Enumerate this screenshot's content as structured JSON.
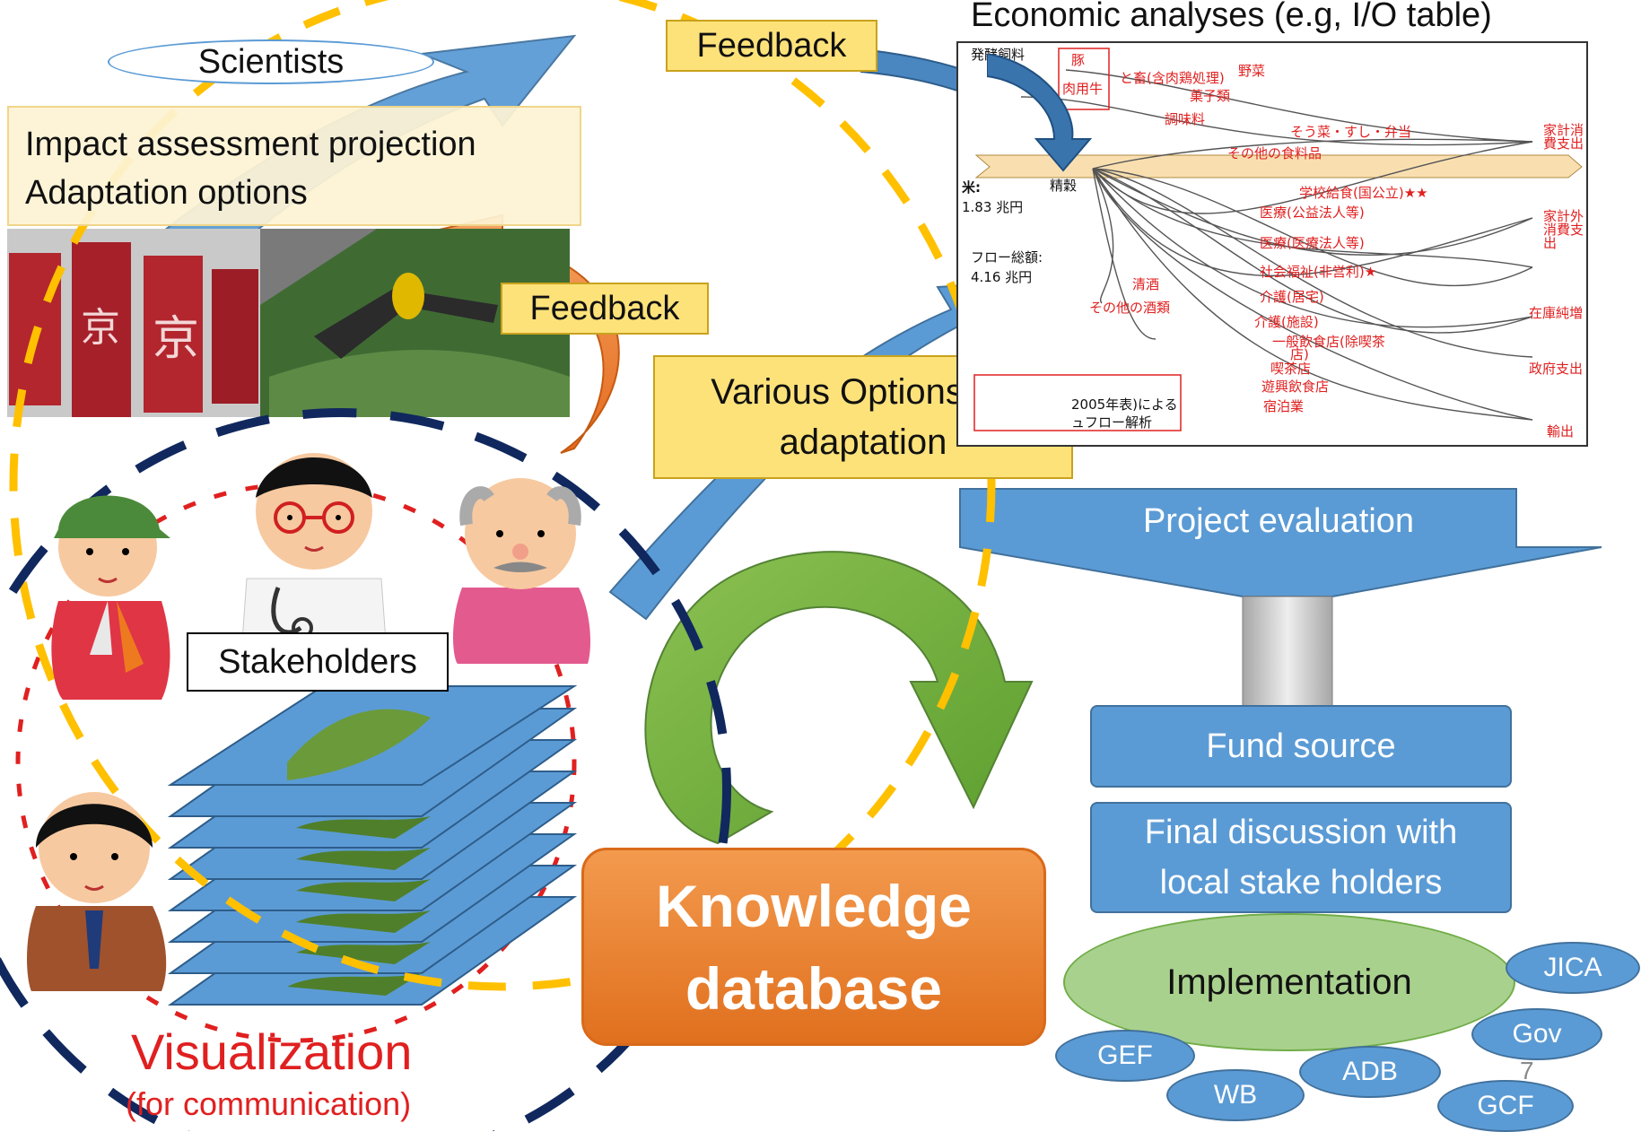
{
  "header": {
    "economic_title": "Economic analyses (e.g, I/O table)",
    "scientists": "Scientists",
    "feedback_top": "Feedback",
    "feedback_mid": "Feedback"
  },
  "impact_box": {
    "line1": "Impact assessment projection",
    "line2": "Adaptation options"
  },
  "options_box": {
    "line1": "Various Options for",
    "line2": "adaptation"
  },
  "stakeholders": "Stakeholders",
  "knowledge": {
    "line1": "Knowledge",
    "line2": "database"
  },
  "visualization": {
    "title": "Visualization",
    "subtitle": "(for communication)"
  },
  "project_flow": {
    "evaluation": "Project evaluation",
    "fund": "Fund source",
    "discussion_line1": "Final discussion with",
    "discussion_line2": "local stake holders",
    "implementation": "Implementation"
  },
  "funders": {
    "jica": "JICA",
    "gov": "Gov",
    "gef": "GEF",
    "wb": "WB",
    "adb": "ADB",
    "gcf": "GCF"
  },
  "page_number": "7",
  "io_table": {
    "top_left": "発酵飼料",
    "left_items": [
      "豚",
      "肉用牛"
    ],
    "top_items": [
      "と畜(含肉鶏処理)",
      "野菜",
      "菓子類",
      "調味料"
    ],
    "mid_items": [
      "そう菜・すし・弁当",
      "その他の食料品"
    ],
    "rice": "米:",
    "rice_value": "1.83 兆円",
    "seimai": "精穀",
    "flow_total": "フロー総額:",
    "flow_value": "4.16 兆円",
    "lower_items": [
      "学校給食(国公立)★★",
      "医療(公益法人等)",
      "医療(医療法人等)",
      "社会福祉(非営利)★",
      "介護(居宅)",
      "介護(施設)",
      "一般飲食店(除喫茶",
      "店)",
      "喫茶店",
      "遊興飲食店",
      "宿泊業"
    ],
    "sake": [
      "清酒",
      "その他の酒類"
    ],
    "right_items": [
      "家計消費支出",
      "家計外消費支出",
      "在庫純増",
      "政府支出",
      "輸出"
    ],
    "note_line1": "2005年表)による",
    "note_line2": "ュフロー解析"
  },
  "colors": {
    "accent_blue": "#5b9bd5",
    "yellow_box": "#fde27a",
    "orange_db": "#ed7d31",
    "green_arrow": "#70ad47",
    "dashed_yellow": "#ffc000",
    "dashed_navy": "#10285e",
    "dashed_red": "#e02020"
  }
}
